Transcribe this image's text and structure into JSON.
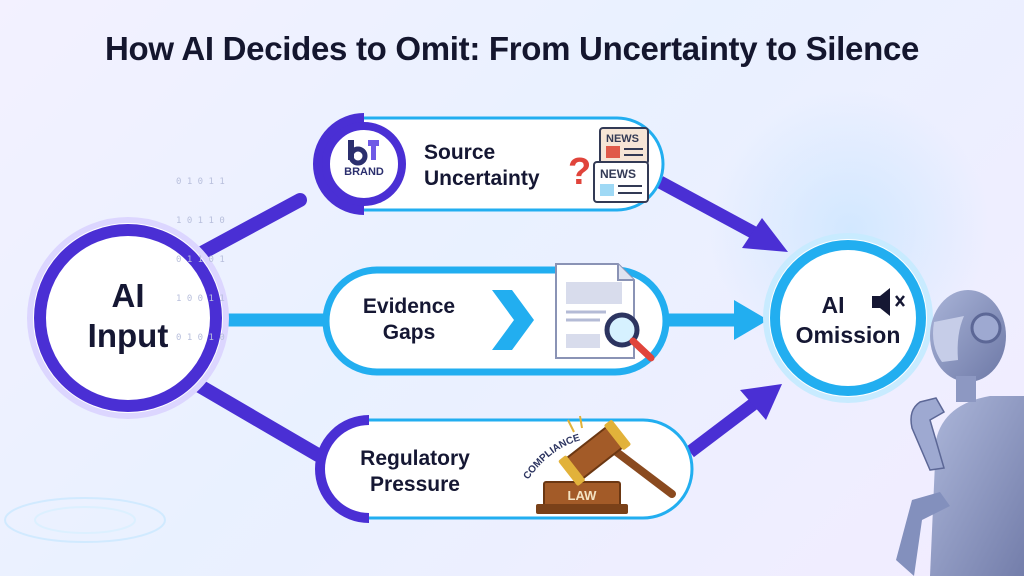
{
  "title": "How AI Decides to Omit: From Uncertainty to Silence",
  "nodes": {
    "input": {
      "line1": "AI",
      "line2": "Input"
    },
    "output": {
      "line1": "AI",
      "line2": "Omission"
    }
  },
  "paths": [
    {
      "line1": "Source",
      "line2": "Uncertainty",
      "icon": "news-question-icon",
      "badge": "BRAND"
    },
    {
      "line1": "Evidence",
      "line2": "Gaps",
      "icon": "document-magnifier-icon"
    },
    {
      "line1": "Regulatory",
      "line2": "Pressure",
      "icon": "gavel-law-icon",
      "curved_label": "COMPLIANCE",
      "block_label": "LAW"
    }
  ],
  "icon_labels": {
    "news_top": "NEWS",
    "news_bottom": "NEWS"
  },
  "colors": {
    "primary": "#4a2fd4",
    "accent": "#22aef0",
    "title": "#14162e"
  },
  "decor": {
    "binary_rows": [
      "0 1 0 1 1",
      "1 0 1 1 0",
      "0 1 1 0 1",
      "1 0 0 1 1",
      "0 1 0 1 0"
    ]
  }
}
